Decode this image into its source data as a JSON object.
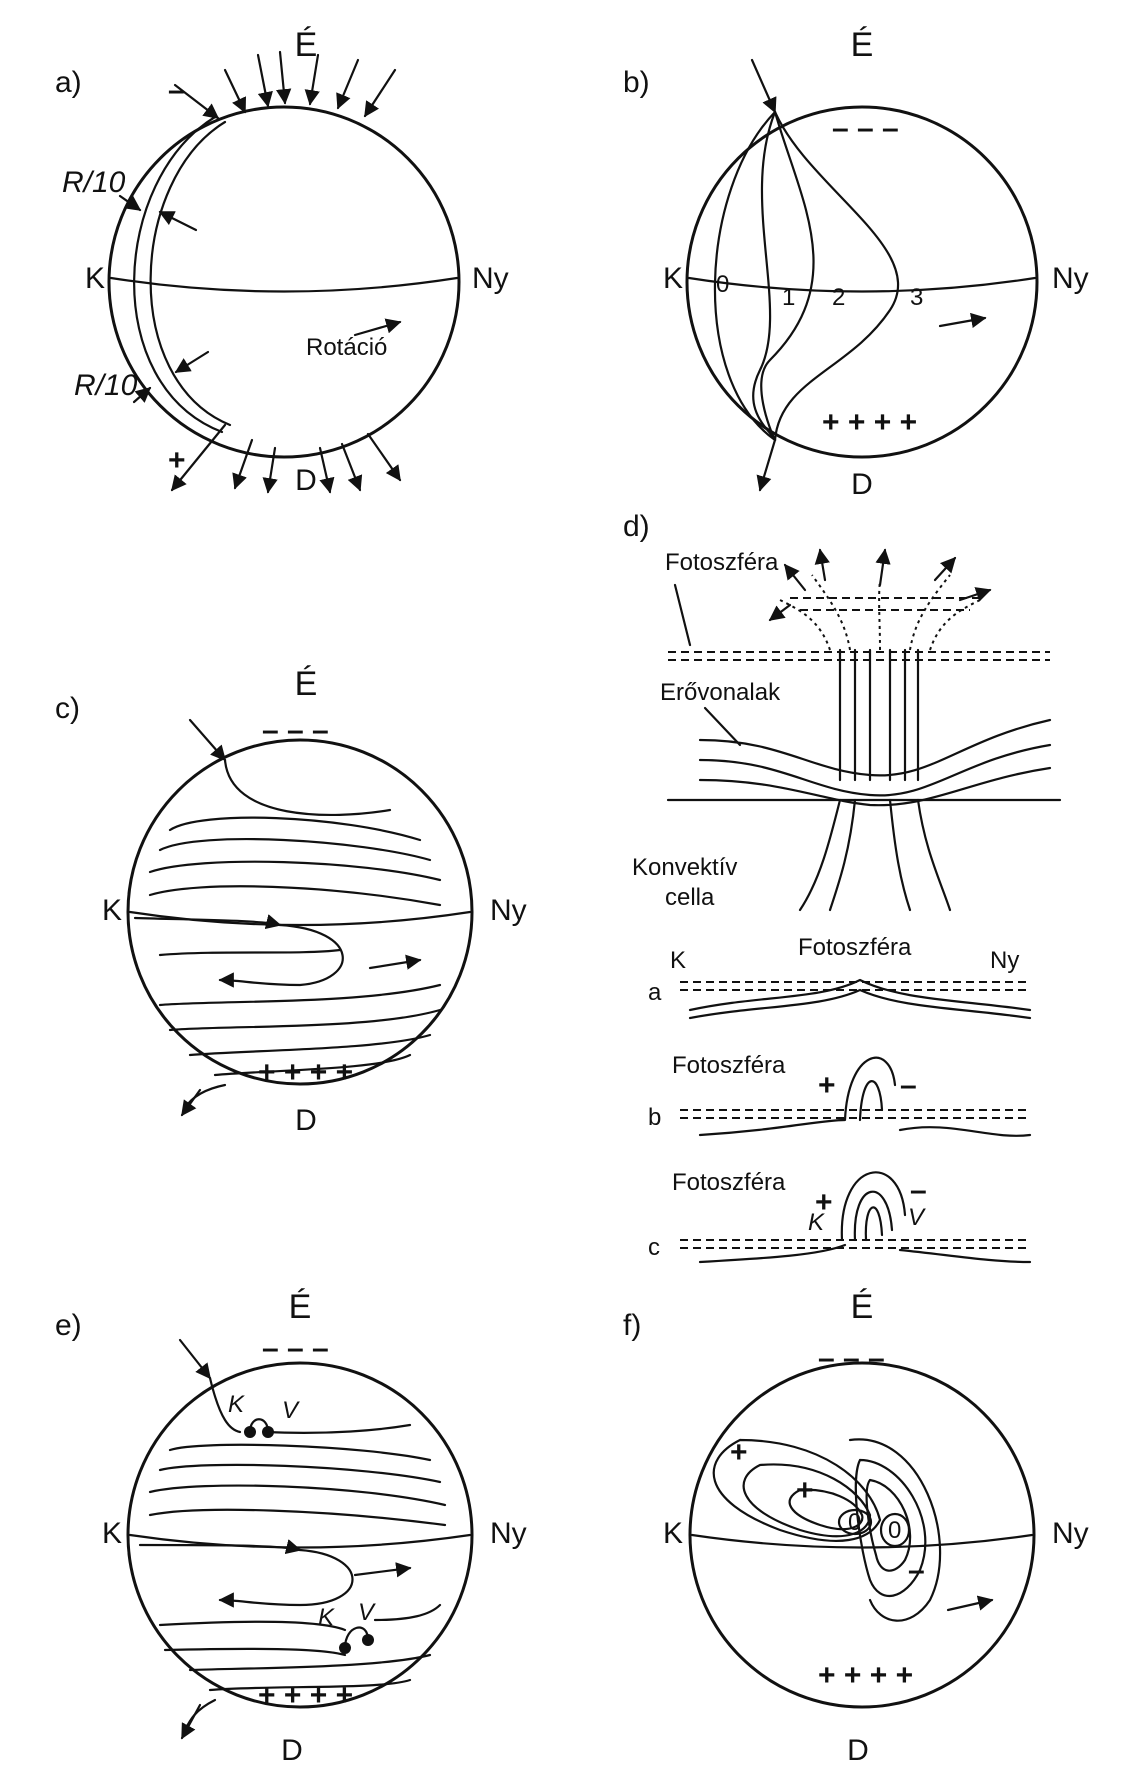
{
  "panels": {
    "a": {
      "label": "a)",
      "north": "É",
      "south": "D",
      "east": "K",
      "west": "Ny",
      "r1": "R/10",
      "r2": "R/10",
      "rotation": "Rotáció",
      "minus": "–",
      "plus": "+"
    },
    "b": {
      "label": "b)",
      "north": "É",
      "south": "D",
      "east": "K",
      "west": "Ny",
      "n0": "0",
      "n1": "1",
      "n2": "2",
      "n3": "3",
      "minus": "– – –",
      "plus": "+ + + +"
    },
    "c": {
      "label": "c)",
      "north": "É",
      "south": "D",
      "east": "K",
      "west": "Ny",
      "minus": "– – –",
      "plus": "+ + + +"
    },
    "d": {
      "label": "d)",
      "fotoszfera": "Fotoszféra",
      "erovonalak": "Erővonalak",
      "konvektiv": "Konvektív",
      "cella": "cella",
      "sub_a": {
        "label": "a",
        "k": "K",
        "ny": "Ny",
        "foto": "Fotoszféra"
      },
      "sub_b": {
        "label": "b",
        "foto": "Fotoszféra",
        "plus": "+",
        "minus": "–"
      },
      "sub_c": {
        "label": "c",
        "foto": "Fotoszféra",
        "k": "K",
        "v": "V",
        "plus": "+",
        "minus": "–"
      }
    },
    "e": {
      "label": "e)",
      "north": "É",
      "south": "D",
      "east": "K",
      "west": "Ny",
      "k1": "K",
      "v1": "V",
      "k2": "K",
      "v2": "V",
      "minus": "– – –",
      "plus": "+ + + +"
    },
    "f": {
      "label": "f)",
      "north": "É",
      "south": "D",
      "east": "K",
      "west": "Ny",
      "minus": "– – –",
      "plus": "+ + + +",
      "p1": "+",
      "p2": "+",
      "m1": "–",
      "z1": "0",
      "z2": "0"
    }
  },
  "colors": {
    "ink": "#111111",
    "paper": "#ffffff"
  }
}
